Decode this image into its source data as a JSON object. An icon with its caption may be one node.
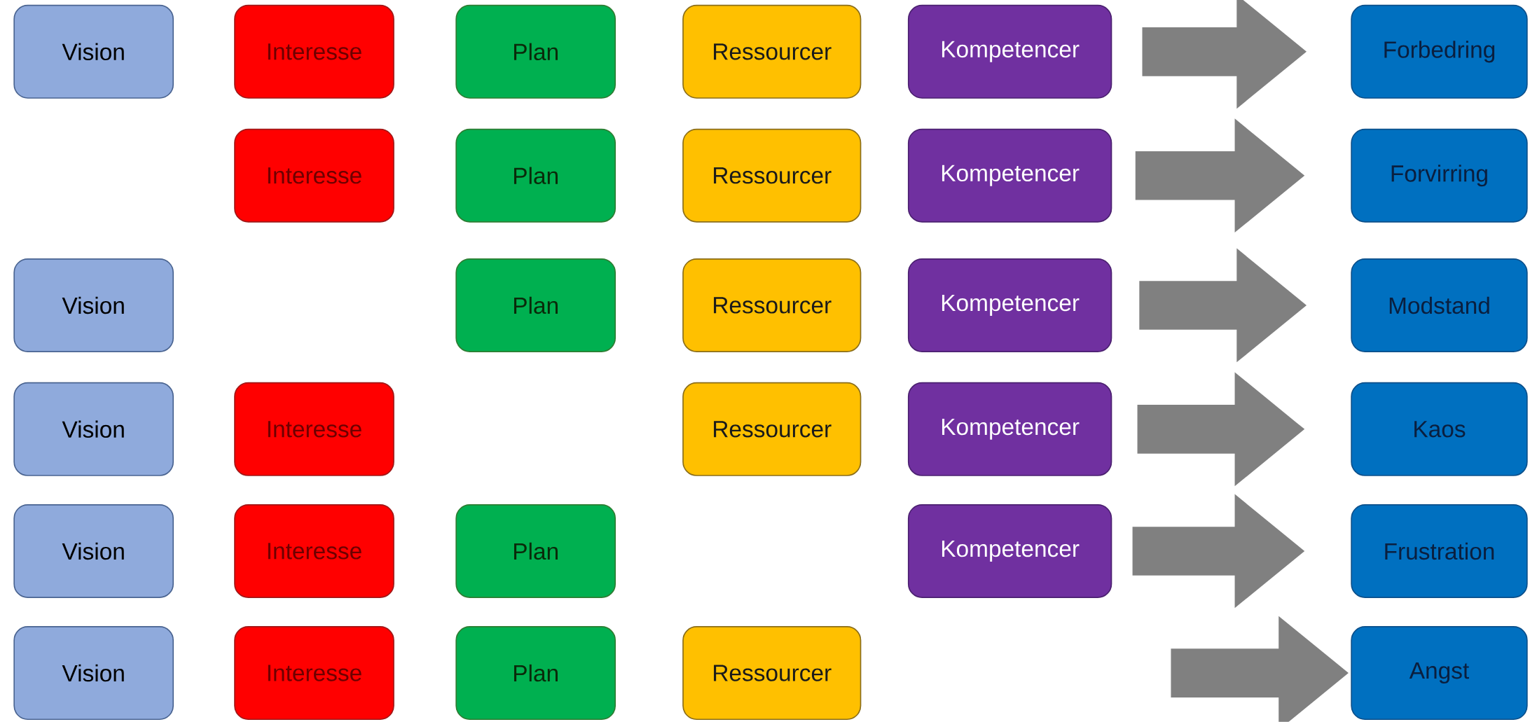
{
  "diagram": {
    "nodes": [
      {
        "text": [
          "Vision"
        ]
      },
      {
        "text": [
          "Interesse"
        ]
      },
      {
        "text": [
          "Plan"
        ]
      },
      {
        "text": [
          "Ressourcer"
        ]
      },
      {
        "text": [
          "Kompetencer"
        ]
      },
      {
        "text": [
          "Forbedring"
        ]
      },
      {
        "text": [
          "Interesse"
        ]
      },
      {
        "text": [
          "Plan"
        ]
      },
      {
        "text": [
          "Ressourcer"
        ]
      },
      {
        "text": [
          "Kompetencer"
        ]
      },
      {
        "text": [
          "Forvirring"
        ]
      },
      {
        "text": [
          "Vision"
        ]
      },
      {
        "text": [
          "Plan"
        ]
      },
      {
        "text": [
          "Ressourcer"
        ]
      },
      {
        "text": [
          "Kompetencer"
        ]
      },
      {
        "text": [
          "Modstand"
        ]
      },
      {
        "text": [
          "Vision"
        ]
      },
      {
        "text": [
          "Interesse"
        ]
      },
      {
        "text": [
          "Ressourcer"
        ]
      },
      {
        "text": [
          "Kompetencer"
        ]
      },
      {
        "text": [
          "Kaos"
        ]
      },
      {
        "text": [
          "Vision"
        ]
      },
      {
        "text": [
          "Interesse"
        ]
      },
      {
        "text": [
          "Plan"
        ]
      },
      {
        "text": [
          "Kompetencer"
        ]
      },
      {
        "text": [
          "Frustration"
        ]
      },
      {
        "text": [
          "Vision"
        ]
      },
      {
        "text": [
          "Interesse"
        ]
      },
      {
        "text": [
          "Plan"
        ]
      },
      {
        "text": [
          "Ressourcer"
        ]
      },
      {
        "text": [
          "Angst"
        ]
      }
    ],
    "edges": [
      {
        "from": 4,
        "to": 5,
        "arrow": "to"
      },
      {
        "from": 9,
        "to": 10,
        "arrow": "to"
      },
      {
        "from": 14,
        "to": 15,
        "arrow": "to"
      },
      {
        "from": 19,
        "to": 20,
        "arrow": "to"
      },
      {
        "from": 24,
        "to": 25,
        "arrow": "to"
      },
      {
        "from": null,
        "to": 30,
        "arrow": "to"
      }
    ]
  }
}
